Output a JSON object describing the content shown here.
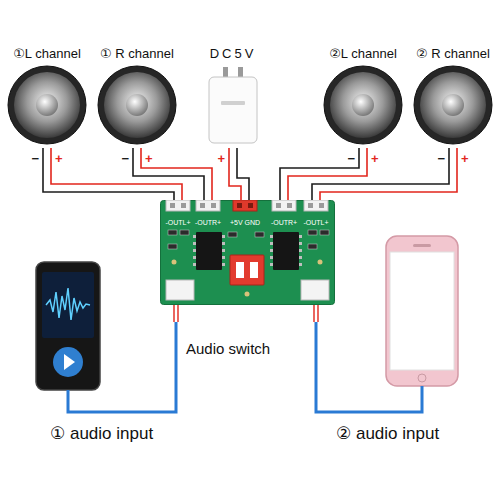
{
  "diagram": {
    "nodes": [
      {
        "text": [
          "①L channel"
        ]
      },
      {
        "text": [
          "① R channel"
        ]
      },
      {
        "text": [
          "DC5V"
        ]
      },
      {
        "text": [
          "②L channel"
        ]
      },
      {
        "text": [
          "② R channel"
        ]
      },
      {
        "text": [
          "-OUTL+",
          "-OUTR+",
          "+5V GND",
          "-OUTR+",
          "-OUTL+"
        ]
      }
    ],
    "edges": [
      {
        "from": 0,
        "to": 5,
        "arrow": "none"
      },
      {
        "from": 1,
        "to": 5,
        "arrow": "none"
      },
      {
        "from": 2,
        "to": 5,
        "arrow": "none"
      },
      {
        "from": 3,
        "to": 5,
        "arrow": "none"
      },
      {
        "from": 4,
        "to": 5,
        "arrow": "none"
      }
    ],
    "labels": [
      "−",
      "+",
      "−",
      "+",
      "+",
      "−",
      "+",
      "−",
      "+",
      "Audio switch",
      "① audio input",
      "② audio input"
    ]
  }
}
